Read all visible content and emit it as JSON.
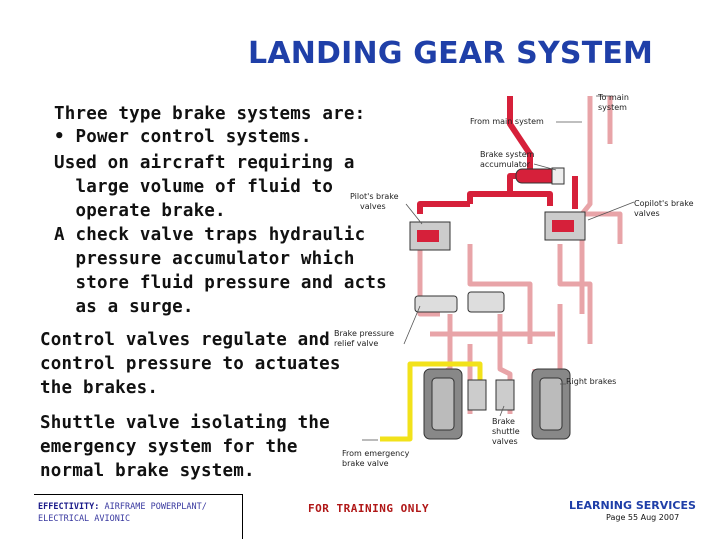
{
  "title": "LANDING GEAR SYSTEM",
  "body": {
    "lines": [
      "Three type brake systems are:",
      "• Power control systems.",
      "Used on aircraft requiring a",
      "  large volume of fluid to",
      "  operate brake.",
      "A check valve traps hydraulic",
      "  pressure accumulator which",
      "  store fluid pressure and acts",
      "  as a surge.",
      "Control valves regulate and",
      "control pressure to actuates",
      "the brakes.",
      "Shuttle valve isolating the",
      "emergency system for the",
      "normal brake system."
    ]
  },
  "diagram": {
    "labels": {
      "to_main": "To main",
      "to_main2": "system",
      "from_main": "From main system",
      "accum1": "Brake system",
      "accum2": "accumulator",
      "pilot1": "Pilot's brake",
      "pilot2": "valves",
      "copilot1": "Copilot's brake",
      "copilot2": "valves",
      "relief1": "Brake pressure",
      "relief2": "relief valve",
      "right_brakes": "Right brakes",
      "shuttle1": "Brake",
      "shuttle2": "shuttle",
      "shuttle3": "valves",
      "emerg1": "From emergency",
      "emerg2": "brake valve"
    }
  },
  "footer": {
    "effectivity_label": "EFFECTIVITY:",
    "effectivity_value": "AIRFRAME POWERPLANT/",
    "effectivity_value2": "ELECTRICAL AVIONIC",
    "training": "FOR TRAINING ONLY",
    "learning": "LEARNING SERVICES",
    "page": "Page 55 Aug 2007"
  },
  "colors": {
    "title": "#1f3fa8",
    "pressure_line": "#d6203a",
    "return_line": "#e8a4a8",
    "emergency_line": "#f2e21a"
  }
}
